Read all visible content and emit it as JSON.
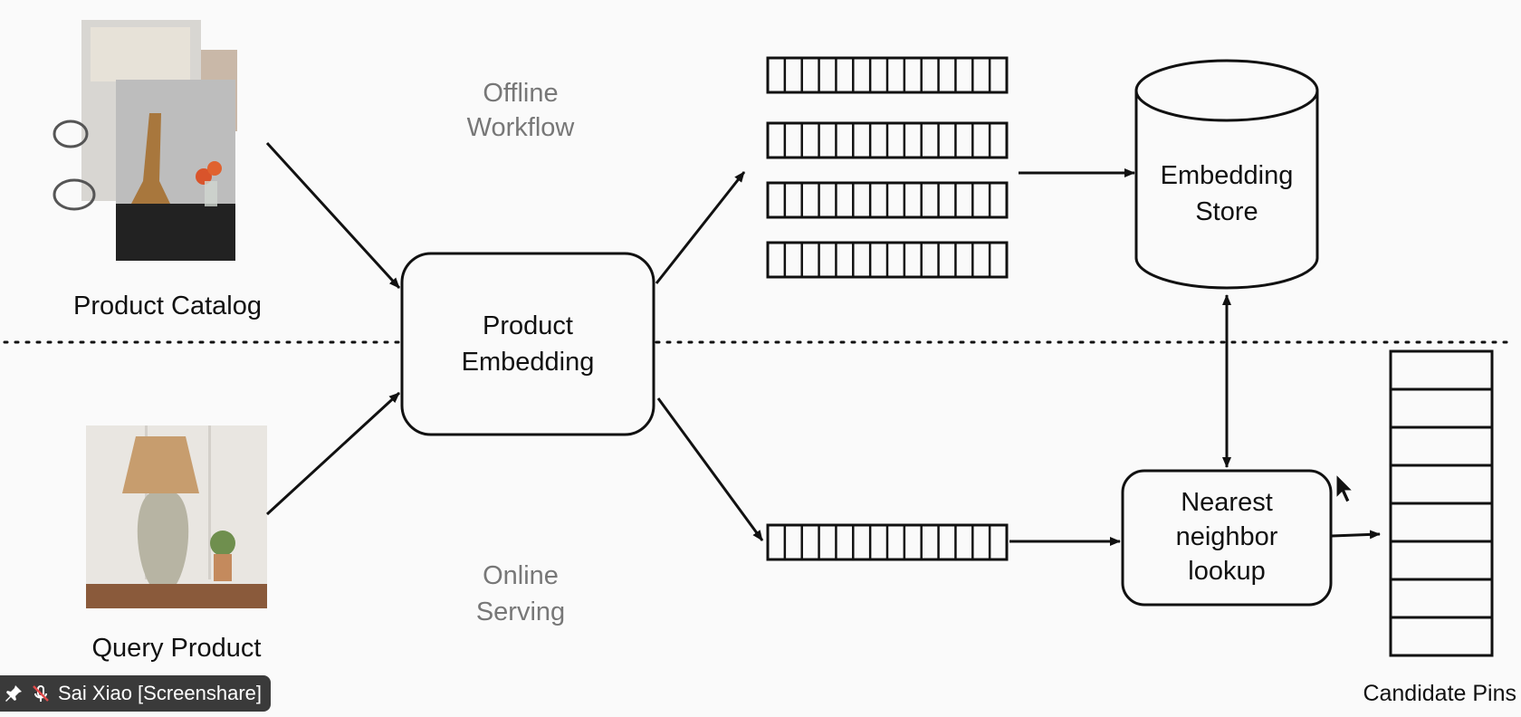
{
  "labels": {
    "product_catalog": "Product Catalog",
    "query_product": "Query Product",
    "offline_line1": "Offline",
    "offline_line2": "Workflow",
    "online_line1": "Online",
    "online_line2": "Serving",
    "product_embedding_line1": "Product",
    "product_embedding_line2": "Embedding",
    "embedding_store_line1": "Embedding",
    "embedding_store_line2": "Store",
    "nearest_line1": "Nearest",
    "nearest_line2": "neighbor",
    "nearest_line3": "lookup",
    "candidate_pins": "Candidate Pins"
  },
  "overlay": {
    "participant_name": "Sai Xiao [Screenshare]",
    "pin_icon": "pin-icon",
    "mic_icon": "mic-muted-icon"
  },
  "colors": {
    "line": "#111111",
    "muted_text": "#777777",
    "tag_bg": "#3a3a3a",
    "background": "#fafafa"
  }
}
